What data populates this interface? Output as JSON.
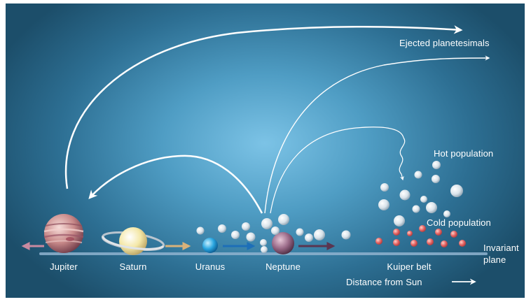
{
  "labels": {
    "ejected": "Ejected planetesimals",
    "hot": "Hot population",
    "cold": "Cold population",
    "invariant_1": "Invariant",
    "invariant_2": "plane",
    "jupiter": "Jupiter",
    "saturn": "Saturn",
    "uranus": "Uranus",
    "neptune": "Neptune",
    "kuiper": "Kuiper belt",
    "distance": "Distance from Sun"
  },
  "colors": {
    "jupiter_arrow": "#c98aa0",
    "saturn_arrow": "#d8b27a",
    "uranus_arrow": "#1d6fb8",
    "neptune_arrow": "#5a3550",
    "cold_body": "#e56565",
    "plane": "#8fb3cf"
  }
}
